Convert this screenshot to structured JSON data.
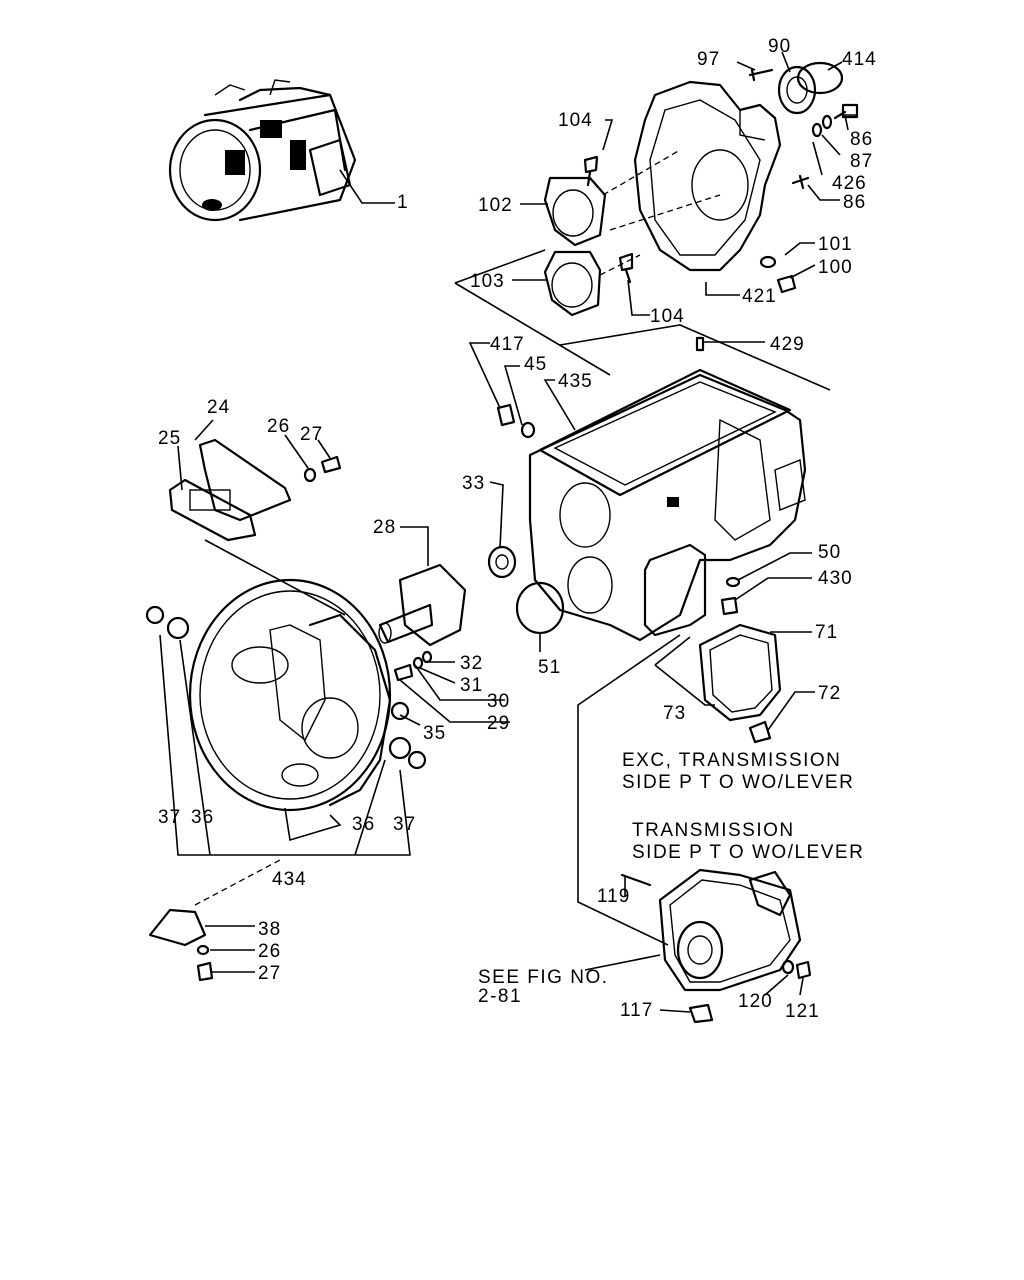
{
  "labels": {
    "p97": "97",
    "p90": "90",
    "p414": "414",
    "p104a": "104",
    "p86a": "86",
    "p87": "87",
    "p426": "426",
    "p86b": "86",
    "p1": "1",
    "p102": "102",
    "p101": "101",
    "p100": "100",
    "p103": "103",
    "p421": "421",
    "p104b": "104",
    "p417": "417",
    "p429": "429",
    "p45": "45",
    "p435": "435",
    "p24": "24",
    "p25": "25",
    "p26a": "26",
    "p27a": "27",
    "p33": "33",
    "p28": "28",
    "p50": "50",
    "p430": "430",
    "p51": "51",
    "p32": "32",
    "p31": "31",
    "p71": "71",
    "p30": "30",
    "p29": "29",
    "p72": "72",
    "p35": "35",
    "p73": "73",
    "p37a": "37",
    "p36a": "36",
    "p36b": "36",
    "p37b": "37",
    "p434": "434",
    "p119": "119",
    "p38": "38",
    "p26b": "26",
    "p27b": "27",
    "p117": "117",
    "p120": "120",
    "p121": "121"
  },
  "notes": {
    "exc_line1": "EXC, TRANSMISSION",
    "exc_line2": "SIDE P T O  WO/LEVER",
    "trans_line1": "TRANSMISSION",
    "trans_line2": "SIDE P T O  WO/LEVER",
    "see_fig_line1": "SEE FIG NO.",
    "see_fig_line2": "2-81"
  }
}
